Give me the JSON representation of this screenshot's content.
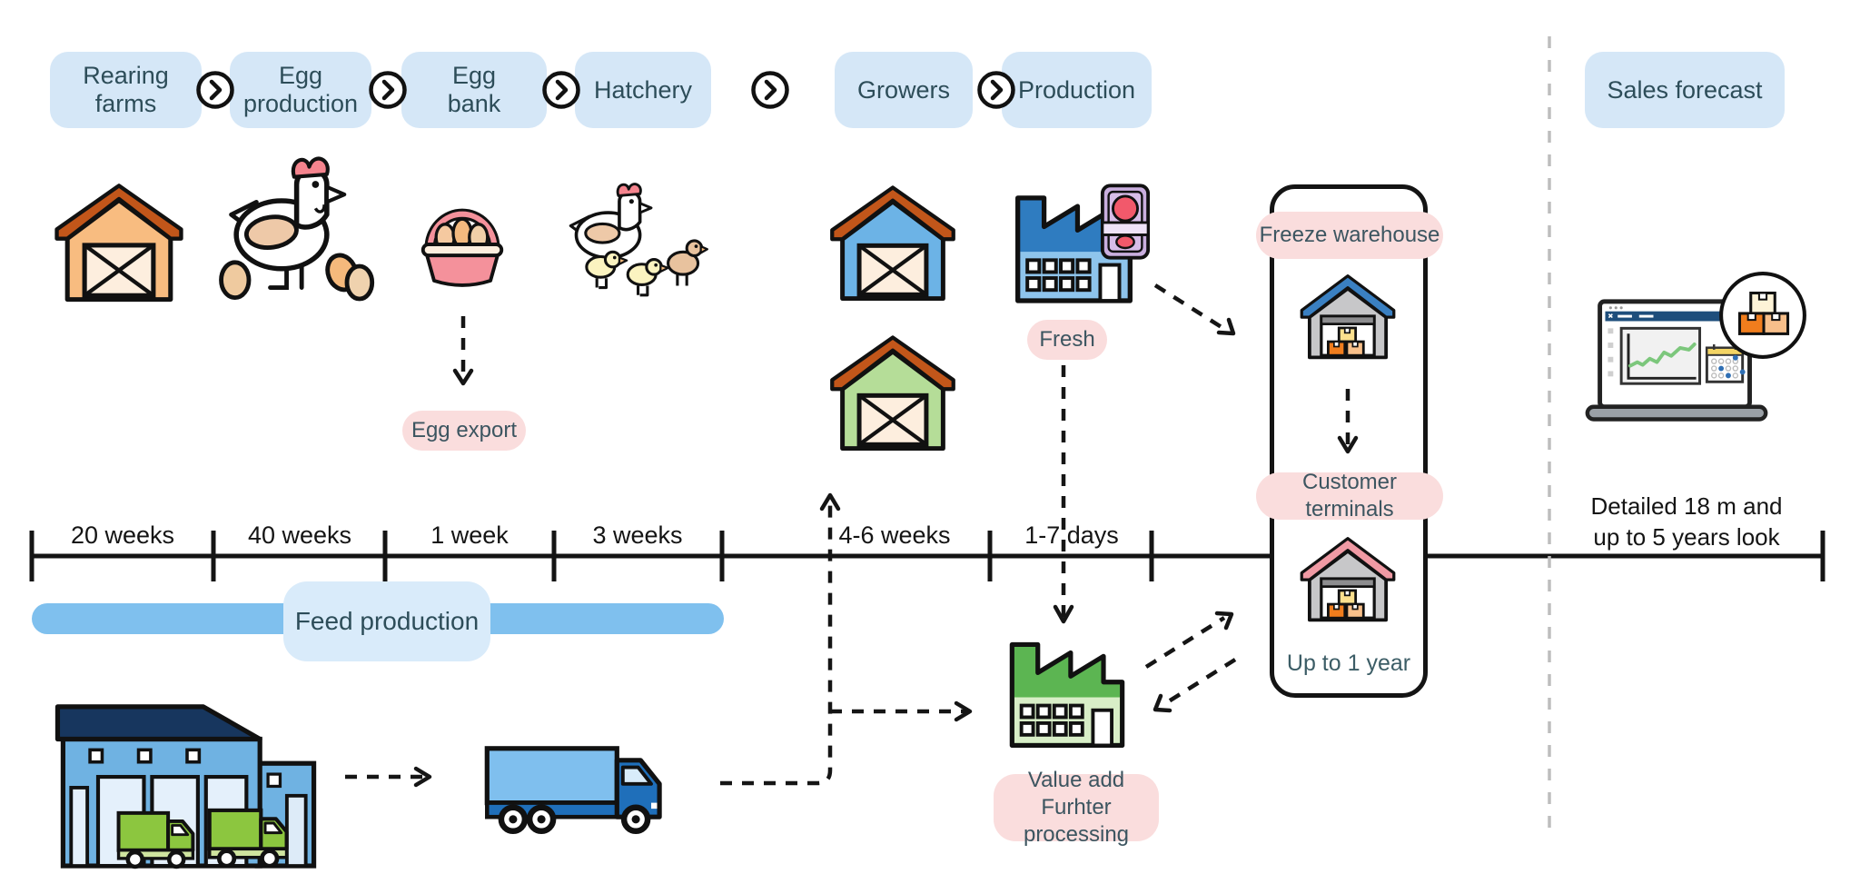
{
  "process_chips": [
    {
      "line1": "Rearing",
      "line2": "farms"
    },
    {
      "line1": "Egg",
      "line2": "production"
    },
    {
      "line1": "Egg",
      "line2": "bank"
    },
    {
      "line1": "Hatchery",
      "line2": ""
    },
    {
      "line1": "Growers",
      "line2": ""
    },
    {
      "line1": "Production",
      "line2": ""
    }
  ],
  "sales_chip": {
    "line1": "Sales forecast"
  },
  "timeline_labels": [
    {
      "text": "20 weeks"
    },
    {
      "text": "40 weeks"
    },
    {
      "text": "1 week"
    },
    {
      "text": "3 weeks"
    },
    {
      "text": "4-6 weeks"
    },
    {
      "text": "1-7 days"
    }
  ],
  "forecast_note": {
    "line1": "Detailed 18 m and",
    "line2": "up to 5 years look"
  },
  "badges": {
    "egg_export": "Egg export",
    "fresh": "Fresh",
    "freeze_warehouse": "Freeze warehouse",
    "customer_terminals": "Customer terminals",
    "up_to_1_year": "Up to 1 year",
    "value_add_line1": "Value add",
    "value_add_line2": "Furhter processing",
    "feed_production": "Feed production"
  },
  "colors": {
    "chip_blue": "#d5e7f7",
    "badge_pink": "#fadddd",
    "bar_blue": "#7fc0ee",
    "text_dark": "#2d4d59",
    "line_black": "#141414",
    "separator_gray": "#bdbdbd",
    "barn_orange": "#f8bc80",
    "barn_blue": "#6cb3e6",
    "barn_green": "#b5dd98",
    "roof_orange": "#c2561a",
    "factory_blue_dark": "#2f7cc0",
    "factory_blue_light": "#8ec4ec",
    "factory_green_dark": "#5cb552",
    "factory_green_light": "#d8eec7",
    "chart_line_green": "#7cc77c"
  },
  "icons": [
    "chevron-right-icon",
    "barn-icon",
    "chicken-eggs-icon",
    "egg-basket-icon",
    "hen-chicks-icon",
    "factory-icon",
    "meat-tag-icon",
    "warehouse-icon",
    "feed-plant-icon",
    "delivery-van-icon",
    "truck-icon",
    "laptop-forecast-icon",
    "calendar-icon",
    "package-boxes-icon"
  ]
}
